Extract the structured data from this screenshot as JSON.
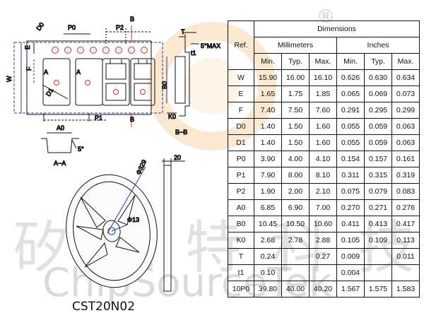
{
  "logo": {
    "registered_mark": "®"
  },
  "watermark": {
    "chinese": "矽源特科技",
    "english": "ChipSourceTek"
  },
  "part_number": "CST20N02",
  "drawing_labels": {
    "D0": "D0",
    "P0": "P0",
    "P2": "P2",
    "T": "T",
    "five_max": "5°MAX",
    "t1": "t1",
    "E": "E",
    "F": "F",
    "W": "W",
    "A_left": "A",
    "A_right": "A",
    "D1": "D1",
    "B0": "B0",
    "K0": "K0",
    "P1": "P1",
    "B_top": "B",
    "B_bottom": "B",
    "BB": "B−B",
    "A0": "A0",
    "five_deg": "5°",
    "AA": "A−A",
    "dia329": "Φ329",
    "dia13": "Φ13",
    "w20": "20"
  },
  "table": {
    "title": "Dimensions",
    "ref_header": "Ref.",
    "group_mm": "Millimeters",
    "group_in": "Inches",
    "sub_headers": [
      "Min.",
      "Typ.",
      "Max.",
      "Min.",
      "Typ.",
      "Max."
    ],
    "rows": [
      {
        "ref": "W",
        "mm_min": "15.90",
        "mm_typ": "16.00",
        "mm_max": "16.10",
        "in_min": "0.626",
        "in_typ": "0.630",
        "in_max": "0.634"
      },
      {
        "ref": "E",
        "mm_min": "1.65",
        "mm_typ": "1.75",
        "mm_max": "1.85",
        "in_min": "0.065",
        "in_typ": "0.069",
        "in_max": "0.073"
      },
      {
        "ref": "F",
        "mm_min": "7.40",
        "mm_typ": "7.50",
        "mm_max": "7.60",
        "in_min": "0.291",
        "in_typ": "0.295",
        "in_max": "0.299"
      },
      {
        "ref": "D0",
        "mm_min": "1.40",
        "mm_typ": "1.50",
        "mm_max": "1.60",
        "in_min": "0.055",
        "in_typ": "0.059",
        "in_max": "0.063"
      },
      {
        "ref": "D1",
        "mm_min": "1.40",
        "mm_typ": "1.50",
        "mm_max": "1.60",
        "in_min": "0.055",
        "in_typ": "0.059",
        "in_max": "0.063"
      },
      {
        "ref": "P0",
        "mm_min": "3.90",
        "mm_typ": "4.00",
        "mm_max": "4.10",
        "in_min": "0.154",
        "in_typ": "0.157",
        "in_max": "0.161"
      },
      {
        "ref": "P1",
        "mm_min": "7.90",
        "mm_typ": "8.00",
        "mm_max": "8.10",
        "in_min": "0.311",
        "in_typ": "0.315",
        "in_max": "0.319"
      },
      {
        "ref": "P2",
        "mm_min": "1.90",
        "mm_typ": "2.00",
        "mm_max": "2.10",
        "in_min": "0.075",
        "in_typ": "0.079",
        "in_max": "0.083"
      },
      {
        "ref": "A0",
        "mm_min": "6.85",
        "mm_typ": "6.90",
        "mm_max": "7.00",
        "in_min": "0.270",
        "in_typ": "0.271",
        "in_max": "0.276"
      },
      {
        "ref": "B0",
        "mm_min": "10.45",
        "mm_typ": "10.50",
        "mm_max": "10.60",
        "in_min": "0.411",
        "in_typ": "0.413",
        "in_max": "0.417"
      },
      {
        "ref": "K0",
        "mm_min": "2.68",
        "mm_typ": "2.78",
        "mm_max": "2.88",
        "in_min": "0.105",
        "in_typ": "0.109",
        "in_max": "0.113"
      },
      {
        "ref": "T",
        "mm_min": "0.24",
        "mm_typ": "",
        "mm_max": "0.27",
        "in_min": "0.009",
        "in_typ": "",
        "in_max": "0.011"
      },
      {
        "ref": "t1",
        "mm_min": "0.10",
        "mm_typ": "",
        "mm_max": "",
        "in_min": "0.004",
        "in_typ": "",
        "in_max": ""
      },
      {
        "ref": "10P0",
        "mm_min": "39.80",
        "mm_typ": "40.00",
        "mm_max": "40.20",
        "in_min": "1.567",
        "in_typ": "1.575",
        "in_max": "1.583"
      }
    ]
  }
}
